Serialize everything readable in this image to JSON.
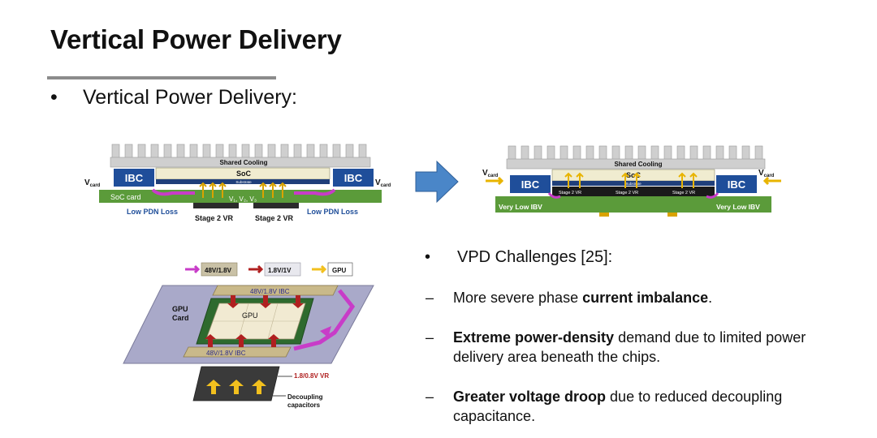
{
  "title": "Vertical Power Delivery",
  "main_bullet": "Vertical Power Delivery:",
  "bullet_glyph": "•",
  "dash_glyph": "–",
  "diagram_left": {
    "cooling": "Shared Cooling",
    "soc": "SoC",
    "substrate": "Substrate",
    "ibc_left": "IBC",
    "ibc_right": "IBC",
    "vcard_left": "V",
    "vcard_left_sub": "card",
    "vcard_right": "V",
    "vcard_right_sub": "card",
    "board": "SoC card",
    "loss_left": "Low PDN Loss",
    "loss_right": "Low PDN Loss",
    "vr_left": "Stage 2 VR",
    "vr_right": "Stage 2 VR",
    "voltages": "V₁, V₂, V₃"
  },
  "diagram_right": {
    "cooling": "Shared Cooling",
    "soc": "SoC",
    "substrate": "Substrate",
    "ibc_left": "IBC",
    "ibc_right": "IBC",
    "vcard_left": "V",
    "vcard_left_sub": "card",
    "vcard_right": "V",
    "vcard_right_sub": "card",
    "vr_labels": [
      "Stage 2 VR",
      "Stage 2 VR",
      "Stage 2 VR"
    ],
    "ibv_left": "Very Low IBV",
    "ibv_right": "Very Low IBV"
  },
  "diagram_gpu": {
    "legend": [
      "48V/1.8V",
      "1.8V/1V",
      "GPU"
    ],
    "ibc_top": "48V/1.8V IBC",
    "ibc_bottom": "48V/1.8V IBC",
    "gpu": "GPU",
    "card": "GPU\nCard",
    "vr": "1.8/0.8V VR",
    "caps": "Decoupling\ncapacitors",
    "card_line1": "GPU",
    "card_line2": "Card",
    "caps_line1": "Decoupling",
    "caps_line2": "capacitors"
  },
  "vpd": {
    "heading": "VPD Challenges [25]:",
    "items": [
      {
        "pre": "More severe phase ",
        "bold": "current imbalance",
        "post": "."
      },
      {
        "pre": "",
        "bold": "Extreme power-density",
        "post": " demand due to limited power delivery area beneath the chips."
      },
      {
        "pre": "",
        "bold": "Greater voltage droop",
        "post": " due to reduced decoupling capacitance."
      }
    ]
  },
  "colors": {
    "heatsink": "#cfcfcf",
    "ibc": "#1f4e9a",
    "board": "#5b9b3a",
    "pdn": "#c83cc8",
    "arrow": "#4a86c8",
    "card": "#a9a9c9",
    "vr": "#f2c01e"
  }
}
